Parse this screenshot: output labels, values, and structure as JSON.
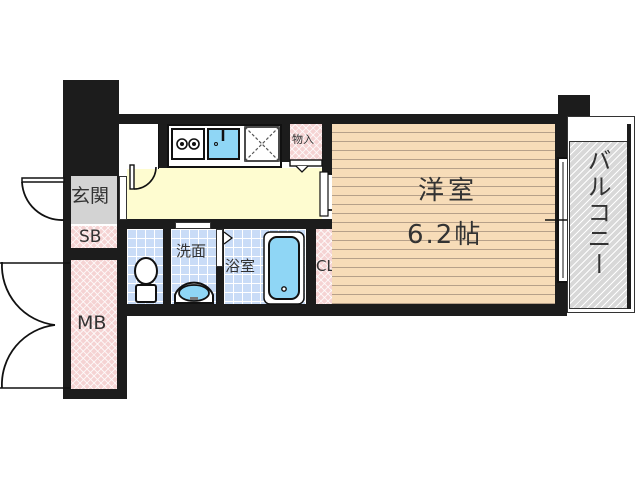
{
  "floorplan": {
    "rooms": {
      "entrance": {
        "label": "玄関"
      },
      "shoe_box": {
        "label": "SB"
      },
      "meter_box": {
        "label": "MB"
      },
      "washroom": {
        "label": "洗面"
      },
      "bathroom": {
        "label": "浴室"
      },
      "closet": {
        "label": "CL"
      },
      "storage": {
        "label": "物入"
      },
      "western_room": {
        "label": "洋室",
        "size": "6.2帖"
      },
      "balcony": {
        "label": "バルコニー"
      }
    },
    "colors": {
      "wall": "#1c1c1c",
      "corridor": "#fefcd0",
      "entrance": "#d3d3d3",
      "storage_pink": "#f5d3d3",
      "tile_blue": "#c9dcf7",
      "fixture_blue": "#8fd6f5",
      "wood_floor": "#f7dcb8",
      "balcony_gray": "#d8d8d8"
    }
  }
}
